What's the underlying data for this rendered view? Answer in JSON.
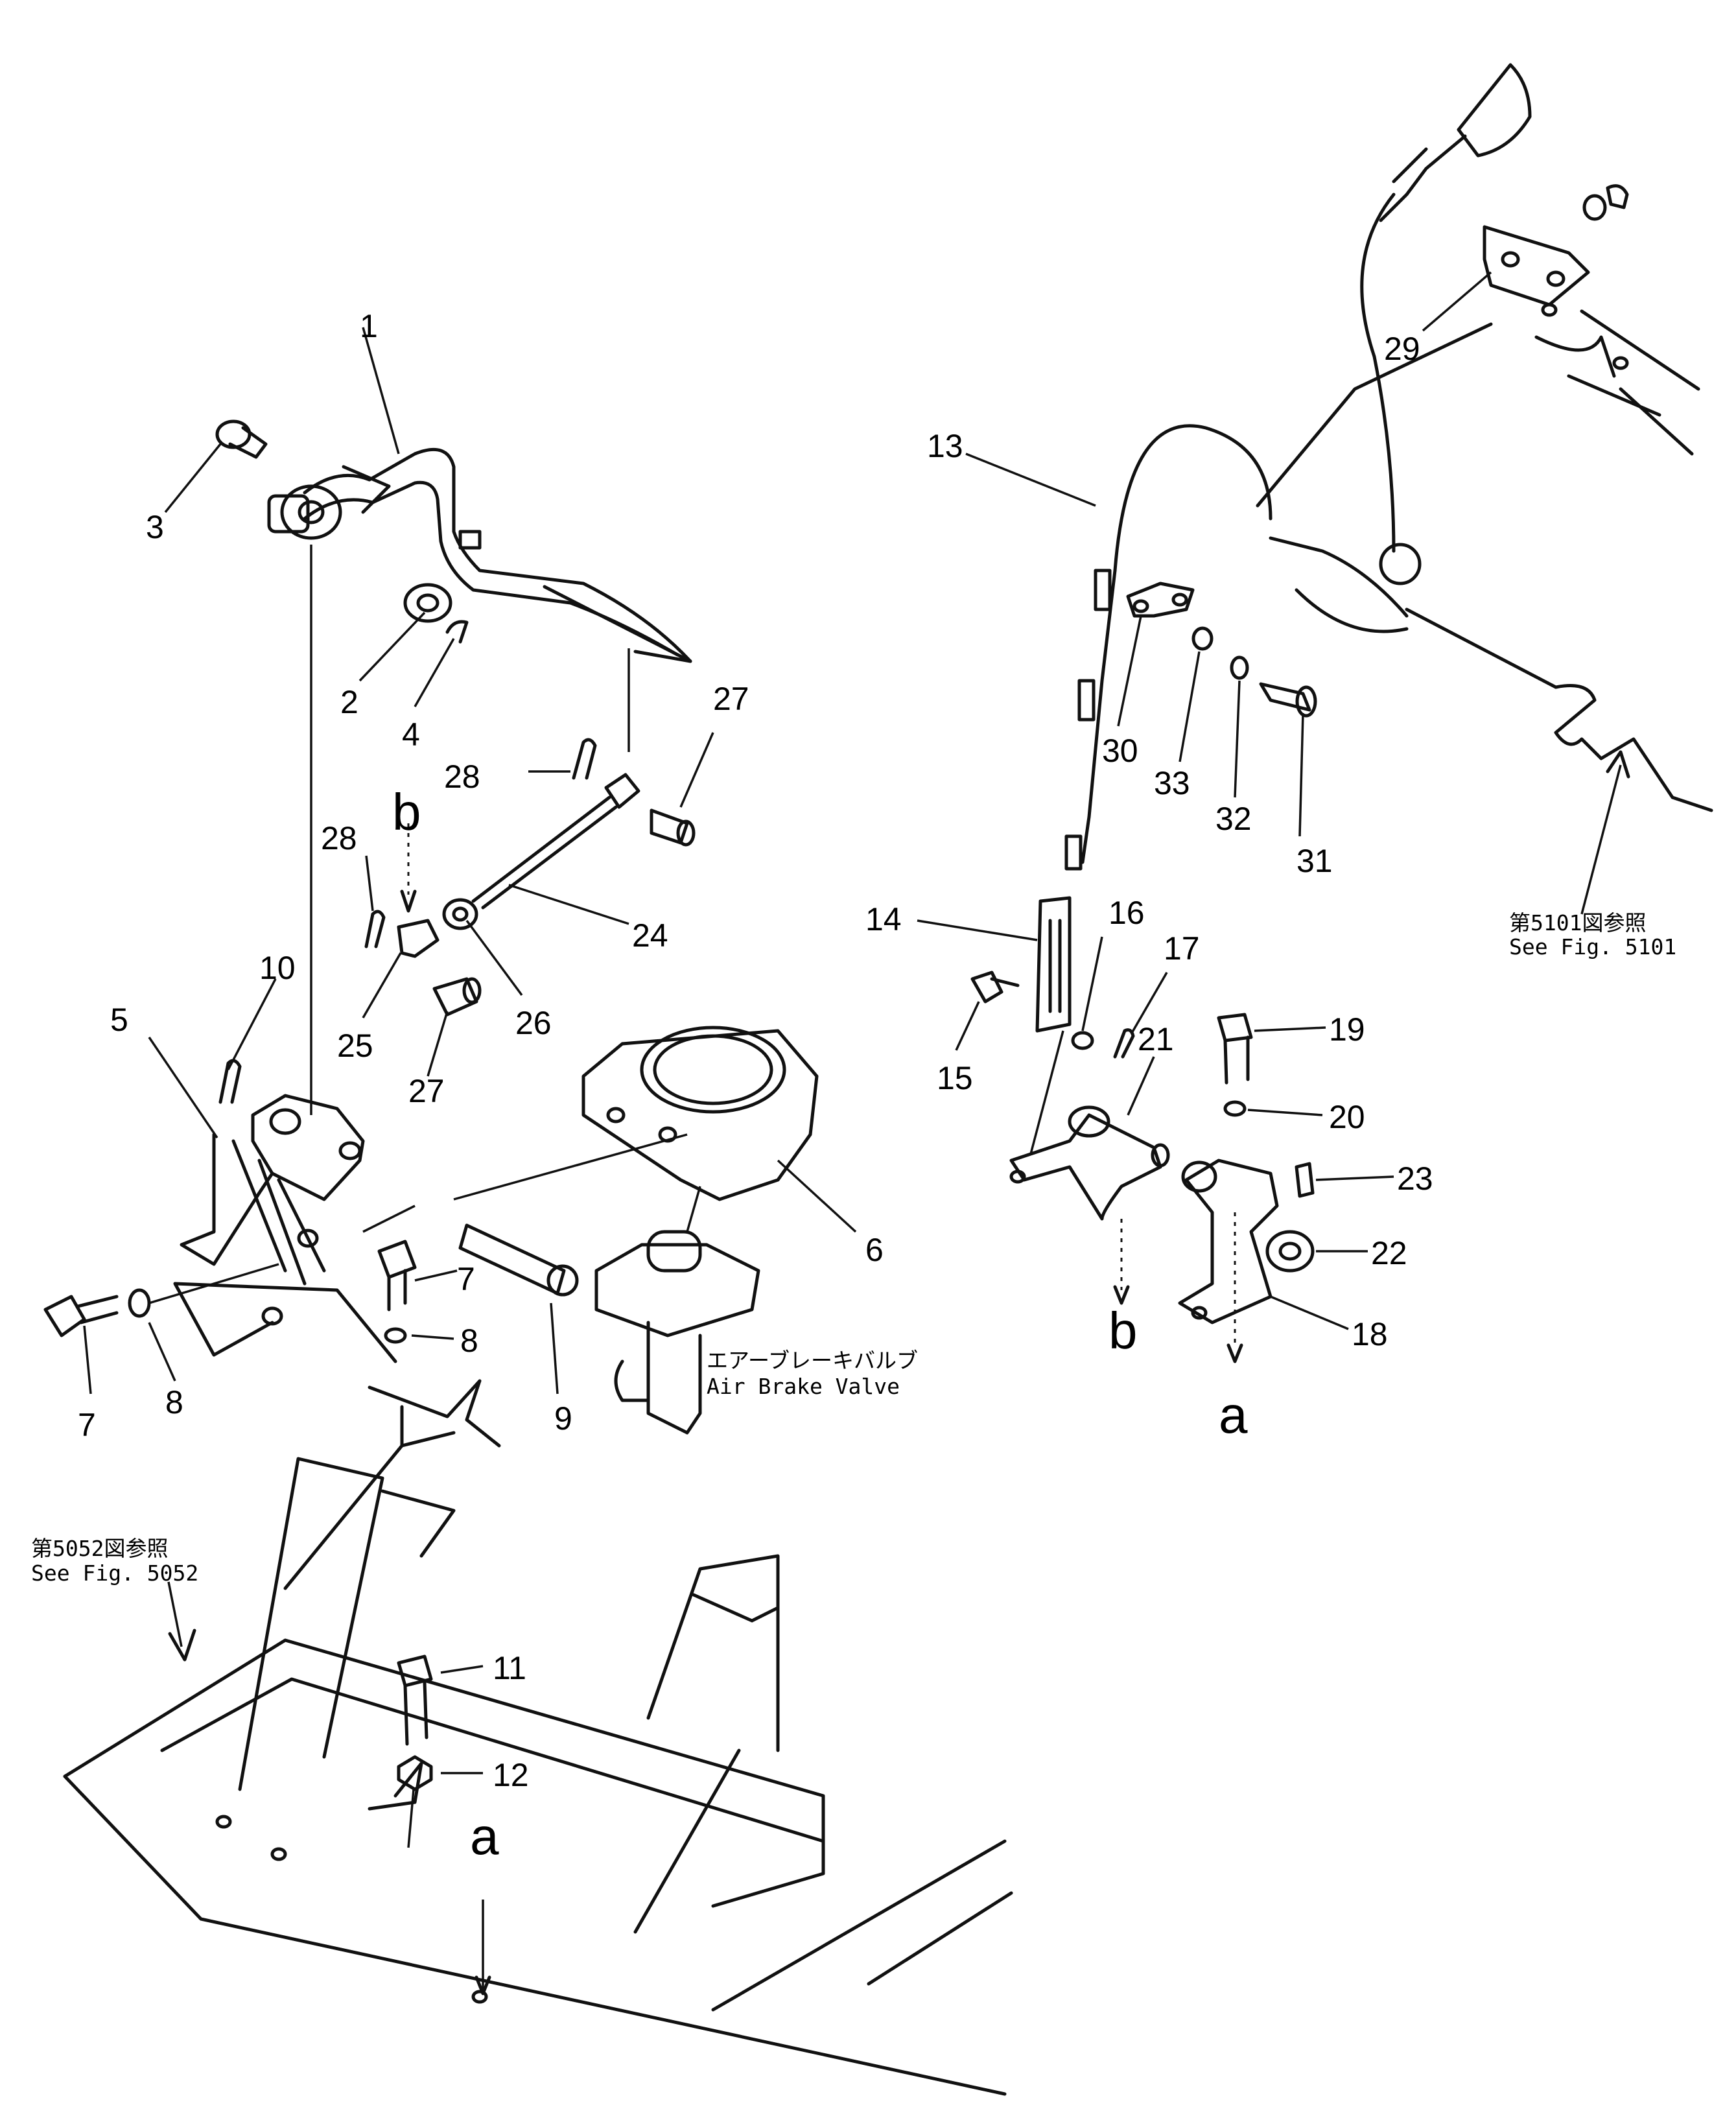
{
  "callouts": [
    {
      "id": "1",
      "label": "1"
    },
    {
      "id": "2",
      "label": "2"
    },
    {
      "id": "3",
      "label": "3"
    },
    {
      "id": "4",
      "label": "4"
    },
    {
      "id": "5",
      "label": "5"
    },
    {
      "id": "6",
      "label": "6"
    },
    {
      "id": "7a",
      "label": "7"
    },
    {
      "id": "7b",
      "label": "7"
    },
    {
      "id": "8a",
      "label": "8"
    },
    {
      "id": "8b",
      "label": "8"
    },
    {
      "id": "9",
      "label": "9"
    },
    {
      "id": "10",
      "label": "10"
    },
    {
      "id": "11",
      "label": "11"
    },
    {
      "id": "12",
      "label": "12"
    },
    {
      "id": "13",
      "label": "13"
    },
    {
      "id": "14",
      "label": "14"
    },
    {
      "id": "15",
      "label": "15"
    },
    {
      "id": "16",
      "label": "16"
    },
    {
      "id": "17",
      "label": "17"
    },
    {
      "id": "18",
      "label": "18"
    },
    {
      "id": "19",
      "label": "19"
    },
    {
      "id": "20",
      "label": "20"
    },
    {
      "id": "21",
      "label": "21"
    },
    {
      "id": "22",
      "label": "22"
    },
    {
      "id": "23",
      "label": "23"
    },
    {
      "id": "24",
      "label": "24"
    },
    {
      "id": "25",
      "label": "25"
    },
    {
      "id": "26",
      "label": "26"
    },
    {
      "id": "27a",
      "label": "27"
    },
    {
      "id": "27b",
      "label": "27"
    },
    {
      "id": "28a",
      "label": "28"
    },
    {
      "id": "28b",
      "label": "28"
    },
    {
      "id": "29",
      "label": "29"
    },
    {
      "id": "30",
      "label": "30"
    },
    {
      "id": "31",
      "label": "31"
    },
    {
      "id": "32",
      "label": "32"
    },
    {
      "id": "33",
      "label": "33"
    }
  ],
  "arrow_labels": {
    "b_top": "b",
    "b_bottom": "b",
    "a_right": "a",
    "a_bottom": "a"
  },
  "notes": {
    "air_brake_jp": "エアーブレーキバルブ",
    "air_brake_en": "Air  Brake  Valve",
    "fig5052_jp": "第5052図参照",
    "fig5052_en": "See  Fig.  5052",
    "fig5101_jp": "第5101図参照",
    "fig5101_en": "See  Fig.  5101"
  }
}
